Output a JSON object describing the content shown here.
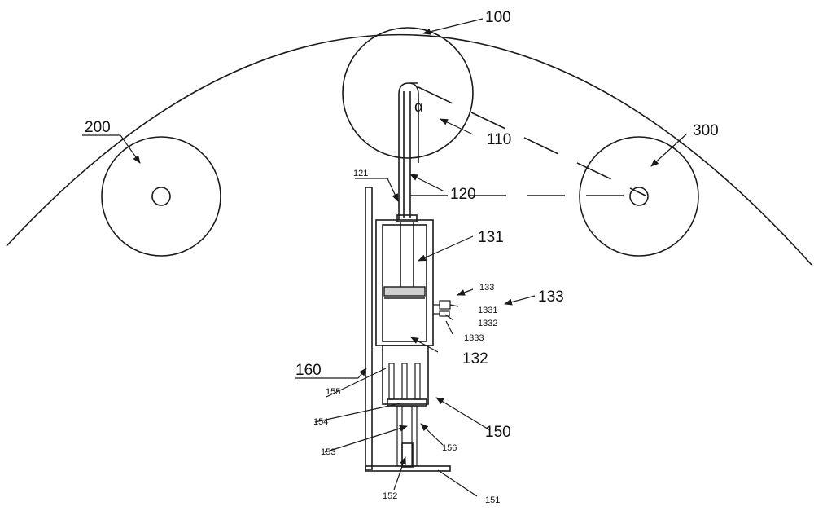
{
  "labels": {
    "l100": "100",
    "l110": "110",
    "l120": "120",
    "l121": "121",
    "l131": "131",
    "l132": "132",
    "l133_small": "133",
    "l133_big": "133",
    "l1331": "1331",
    "l1332": "1332",
    "l1333": "1333",
    "l150": "150",
    "l151": "151",
    "l152": "152",
    "l153": "153",
    "l154": "154",
    "l155": "155",
    "l156": "156",
    "l160": "160",
    "l200": "200",
    "l300": "300",
    "alpha": "α"
  }
}
